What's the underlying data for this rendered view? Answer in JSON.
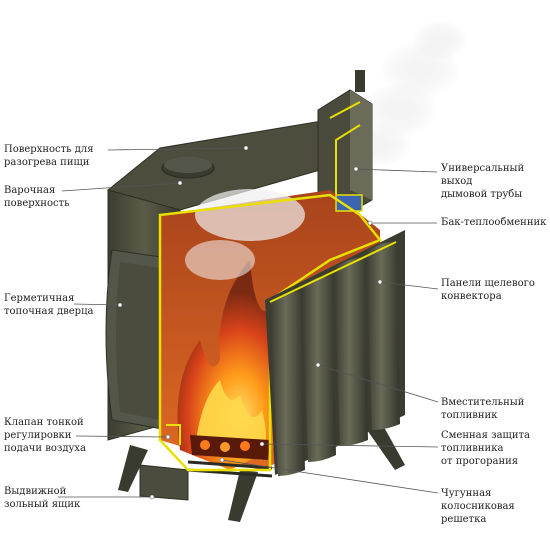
{
  "callouts": {
    "surface_heating": "Поверхность для\nразогрева пищи",
    "cooking_surface": "Варочная\nповерхность",
    "sealed_door": "Герметичная\nтопочная дверца",
    "air_valve": "Клапан тонкой\nрегулировки\nподачи воздуха",
    "ash_drawer": "Выдвижной\nзольный ящик",
    "flue_outlet": "Универсальный выход\nдымовой трубы",
    "heat_exchanger": "Бак-теплообменник",
    "convector_panels": "Панели щелевого\nконвектора",
    "fuel_box": "Вместительный\nтопливник",
    "fuel_protection": "Сменная защита\nтопливника\nот прогорания",
    "grate": "Чугунная колосниковая\nрешетка"
  },
  "colors": {
    "stove_body": "#4a4a3a",
    "cutaway_line": "#e8e000",
    "firebox_inner": "#c8501c",
    "flame": "#ff8a00",
    "smoke": "#dcdcdc",
    "leader_line": "#555555"
  }
}
